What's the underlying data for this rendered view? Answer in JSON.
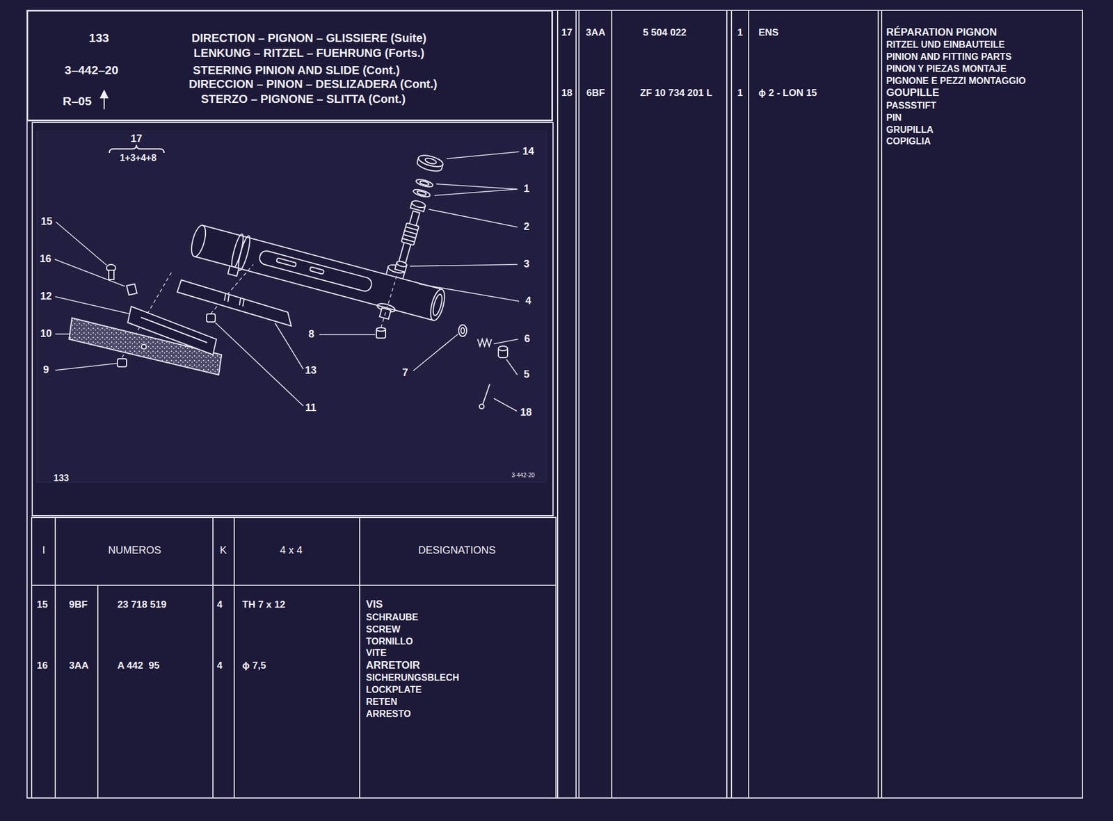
{
  "diagram": {
    "nodes": [
      {
        "text": [
          "133",
          "3–442–20",
          "R–05",
          "DIRECTION – PIGNON – GLISSIERE (Suite)",
          "LENKUNG – RITZEL – FUEHRUNG (Forts.)",
          "STEERING PINION AND SLIDE (Cont.)",
          "DIRECCION – PINON – DESLIZADERA (Cont.)",
          "STERZO – PIGNONE – SLITTA (Cont.)"
        ]
      },
      {
        "text": [
          "133",
          "3-442-20"
        ]
      }
    ],
    "labels": [
      "17",
      "1+3+4+8",
      "14",
      "1",
      "2",
      "3",
      "4",
      "6",
      "5",
      "18",
      "15",
      "16",
      "12",
      "10",
      "9",
      "8",
      "13",
      "7",
      "11",
      "I",
      "NUMEROS",
      "K",
      "4 x 4",
      "DESIGNATIONS",
      "15",
      "9BF",
      "23 718 519",
      "4",
      "TH 7 x 12",
      "VIS",
      "SCHRAUBE",
      "SCREW",
      "TORNILLO",
      "VITE",
      "16",
      "3AA",
      "A 442  95",
      "4",
      "ϕ 7,5",
      "ARRETOIR",
      "SICHERUNGSBLECH",
      "LOCKPLATE",
      "RETEN",
      "ARRESTO",
      "17",
      "3AA",
      "5 504 022",
      "1",
      "ENS",
      "RÉPARATION PIGNON",
      "RITZEL UND EINBAUTEILE",
      "PINION AND FITTING PARTS",
      "PINON Y PIEZAS MONTAJE",
      "PIGNONE E PEZZI MONTAGGIO",
      "18",
      "6BF",
      "ZF 10 734 201 L",
      "1",
      "ϕ 2 - LON 15",
      "GOUPILLE",
      "PASSSTIFT",
      "PIN",
      "GRUPILLA",
      "COPIGLIA"
    ]
  }
}
